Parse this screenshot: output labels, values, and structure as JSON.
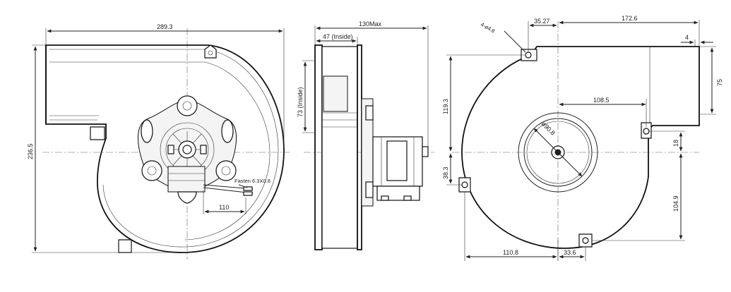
{
  "front_view": {
    "width": "289.3",
    "height": "236.5",
    "terminal": "Fasten 6.3X0.8",
    "terminal_offset": "110"
  },
  "side_view": {
    "max_depth": "130Max",
    "inside_depth": "47 (Inside)",
    "inside_height": "73 (Inside)"
  },
  "mount_view": {
    "holes": "4-ø4.8",
    "hole_x_offset": "35.27",
    "outlet_length": "172.6",
    "outlet_flange": "4",
    "outlet_height": "75",
    "upper_height": "119.3",
    "lower_offset": "38.3",
    "diameter": "ø90.8",
    "center_to_outlet": "108.5",
    "right_offset_small": "18",
    "right_height": "104.9",
    "bottom_left": "110.8",
    "bottom_right": "33.6"
  }
}
